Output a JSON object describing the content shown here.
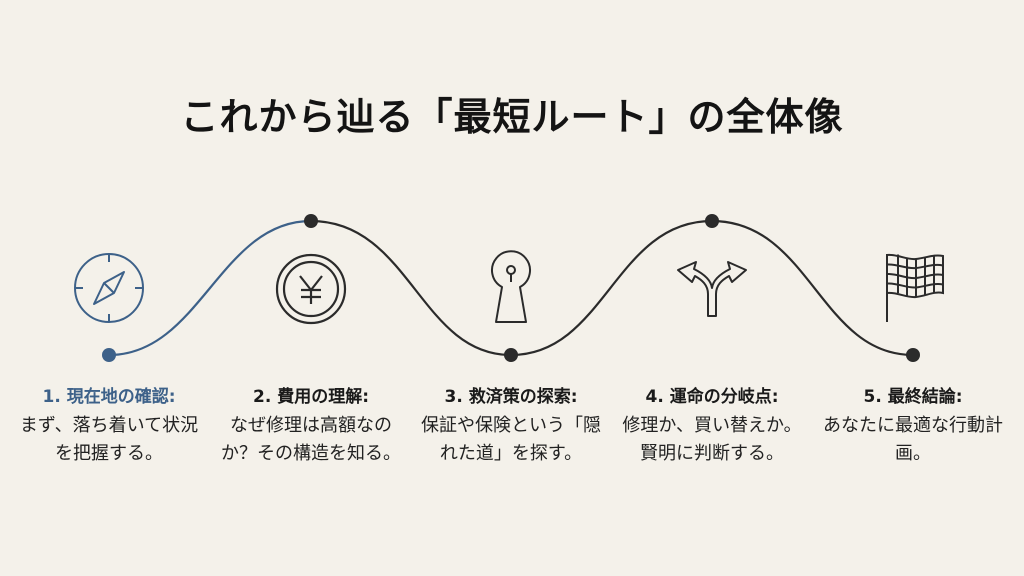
{
  "title": "これから辿る「最短ルート」の全体像",
  "colors": {
    "background": "#f4f1ea",
    "active": "#3d6189",
    "line": "#2b2b2b"
  },
  "steps": [
    {
      "number": "1.",
      "heading": "1. 現在地の確認:",
      "description": "まず、落ち着いて状況を把握する。",
      "icon": "compass-icon",
      "active": true
    },
    {
      "number": "2.",
      "heading": "2. 費用の理解:",
      "description": "なぜ修理は高額なのか？その構造を知る。",
      "icon": "yen-coin-icon",
      "active": false
    },
    {
      "number": "3.",
      "heading": "3. 救済策の探索:",
      "description": "保証や保険という「隠れた道」を探す。",
      "icon": "keyhole-icon",
      "active": false
    },
    {
      "number": "4.",
      "heading": "4. 運命の分岐点:",
      "description": "修理か、買い替えか。賢明に判断する。",
      "icon": "fork-arrows-icon",
      "active": false
    },
    {
      "number": "5.",
      "heading": "5. 最終結論:",
      "description": "あなたに最適な行動計画。",
      "icon": "checkered-flag-icon",
      "active": false
    }
  ]
}
